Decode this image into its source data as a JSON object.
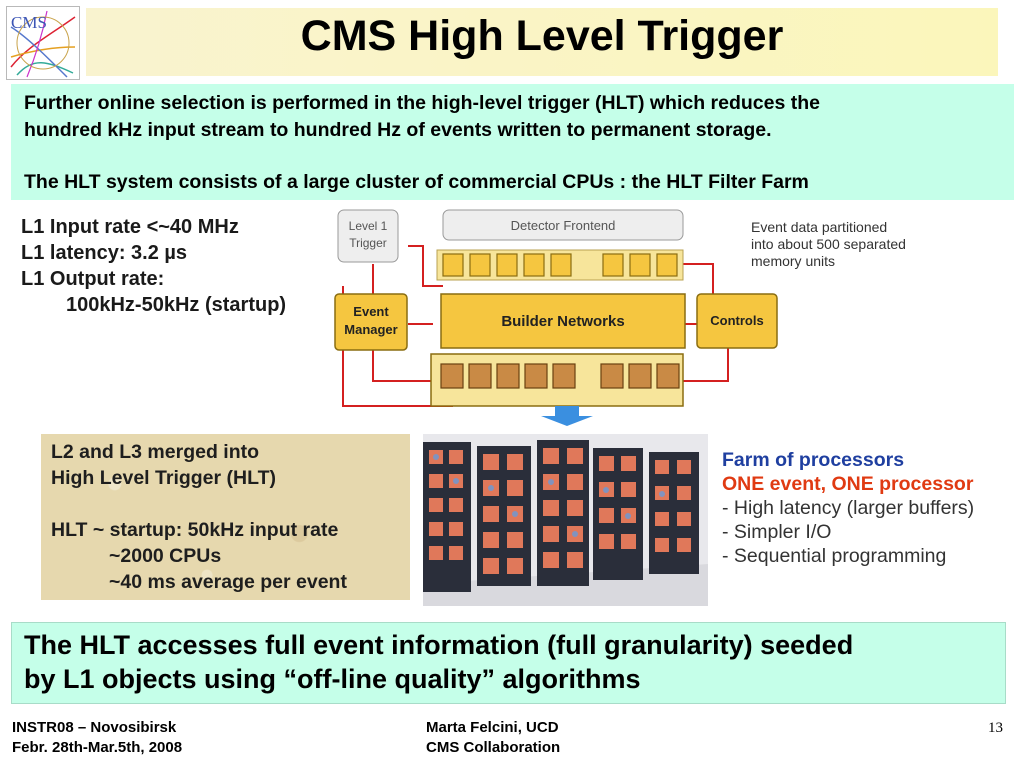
{
  "slide": {
    "title": "CMS High Level Trigger",
    "page_number": "13"
  },
  "logo": {
    "text": "CMS"
  },
  "intro": {
    "line1": "Further online selection is performed in the high-level trigger (HLT) which reduces the",
    "line2": "hundred kHz input stream to hundred Hz of events written to permanent storage.",
    "line3": "The HLT system consists of a large cluster of commercial CPUs : the HLT Filter Farm"
  },
  "l1_info": {
    "line1": "L1 Input rate <~40 MHz",
    "line2": "L1 latency: 3.2 µs",
    "line3": "L1  Output rate:",
    "line4": "100kHz-50kHz (startup)"
  },
  "diagram": {
    "level1_trigger": [
      "Level 1",
      "Trigger"
    ],
    "detector_frontend": "Detector Frontend",
    "event_manager": [
      "Event",
      "Manager"
    ],
    "builder_networks": "Builder Networks",
    "controls": "Controls",
    "note": [
      "Event data partitioned",
      "into about 500 separated",
      "memory units"
    ]
  },
  "hlt_box": {
    "line1": "L2 and L3 merged into",
    "line2": "High Level Trigger (HLT)",
    "line3": "HLT ~ startup: 50kHz input rate",
    "line4": "~2000 CPUs",
    "line5": "~40 ms average per event"
  },
  "farm": {
    "title": "Farm of processors",
    "subtitle": "ONE event, ONE processor",
    "items": [
      "- High latency (larger buffers)",
      "- Simpler I/O",
      "- Sequential programming"
    ],
    "colors": {
      "title": "#1f3fa0",
      "subtitle": "#e03a12",
      "items": "#333333"
    }
  },
  "conclusion": {
    "line1": "The HLT  accesses full event information (full granularity) seeded",
    "line2": "by L1 objects using “off-line quality” algorithms"
  },
  "footer": {
    "left_line1": "INSTR08 – Novosibirsk",
    "left_line2": "Febr. 28th-Mar.5th, 2008",
    "center_line1": "Marta Felcini, UCD",
    "center_line2": "CMS Collaboration"
  }
}
